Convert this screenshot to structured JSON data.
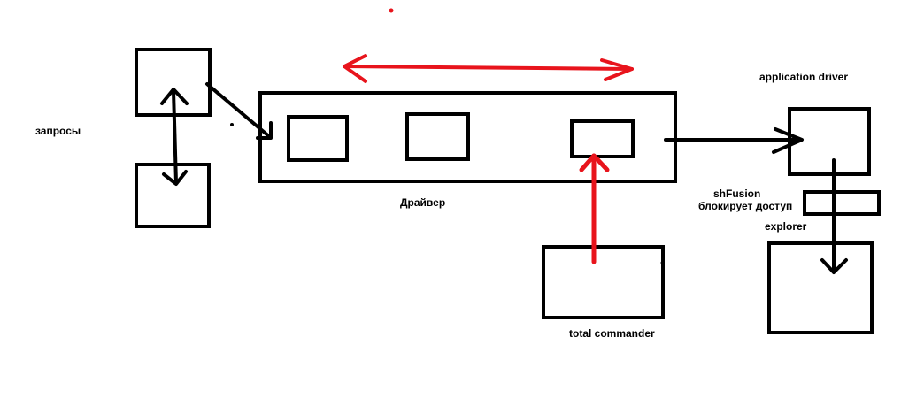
{
  "labels": {
    "requests": "запросы",
    "driver": "Драйвер",
    "application_driver": "application driver",
    "shfusion": "shFusion",
    "blocks_access": "блокирует доступ",
    "explorer": "explorer",
    "total_commander": "total commander"
  },
  "colors": {
    "stroke": "#000000",
    "accent": "#e8141c",
    "background": "#ffffff"
  }
}
